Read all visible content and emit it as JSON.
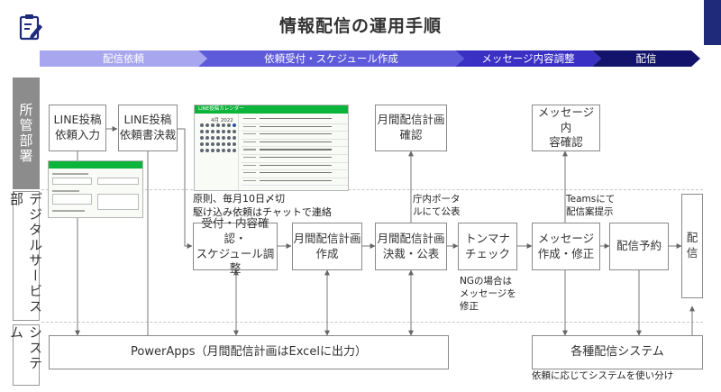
{
  "title": "情報配信の運用手順",
  "phases": [
    "配信依頼",
    "依頼受付・スケジュール作成",
    "メッセージ内容調整",
    "配信"
  ],
  "lanes": [
    "所管部署",
    "デジタルサービス部",
    "システム"
  ],
  "colors": {
    "phase1": "#a7a6ef",
    "phase2": "#5d5bd9",
    "phase3": "#3a30c4",
    "phase4": "#14136b",
    "lane_dept": "#8c8c8c",
    "screenshot_header": "#0bb43b"
  },
  "steps": {
    "line_input": "LINE投稿\n依頼入力",
    "line_approve": "LINE投稿\n依頼書決裁",
    "monthly_plan_confirm": "月間配信計画\n確認",
    "message_confirm": "メッセージ内\n容確認",
    "reception": "受付・内容確認・\nスケジュール調整",
    "monthly_plan_create": "月間配信計画\n作成",
    "monthly_plan_approve": "月間配信計画\n決裁・公表",
    "tonmana_check": "トンマナ\nチェック",
    "message_create": "メッセージ\n作成・修正",
    "delivery_reserve": "配信予約",
    "delivery": "配\n信",
    "powerapps": "PowerApps（月間配信計画はExcelに出力）",
    "delivery_system": "各種配信システム"
  },
  "notes": {
    "deadline": "原則、毎月10日〆切\n駆け込み依頼はチャットで連絡",
    "portal": "庁内ポータ\nルにて公表",
    "teams": "Teamsにて\n配信案提示",
    "ng": "NGの場合は\nメッセージを\n修正",
    "system_use": "依頼に応じてシステムを使い分け"
  },
  "calendar_screenshot": {
    "header": "LINE投稿カレンダー",
    "month": "4月 2022"
  },
  "icons": {
    "logo": "clipboard-pen-icon"
  }
}
